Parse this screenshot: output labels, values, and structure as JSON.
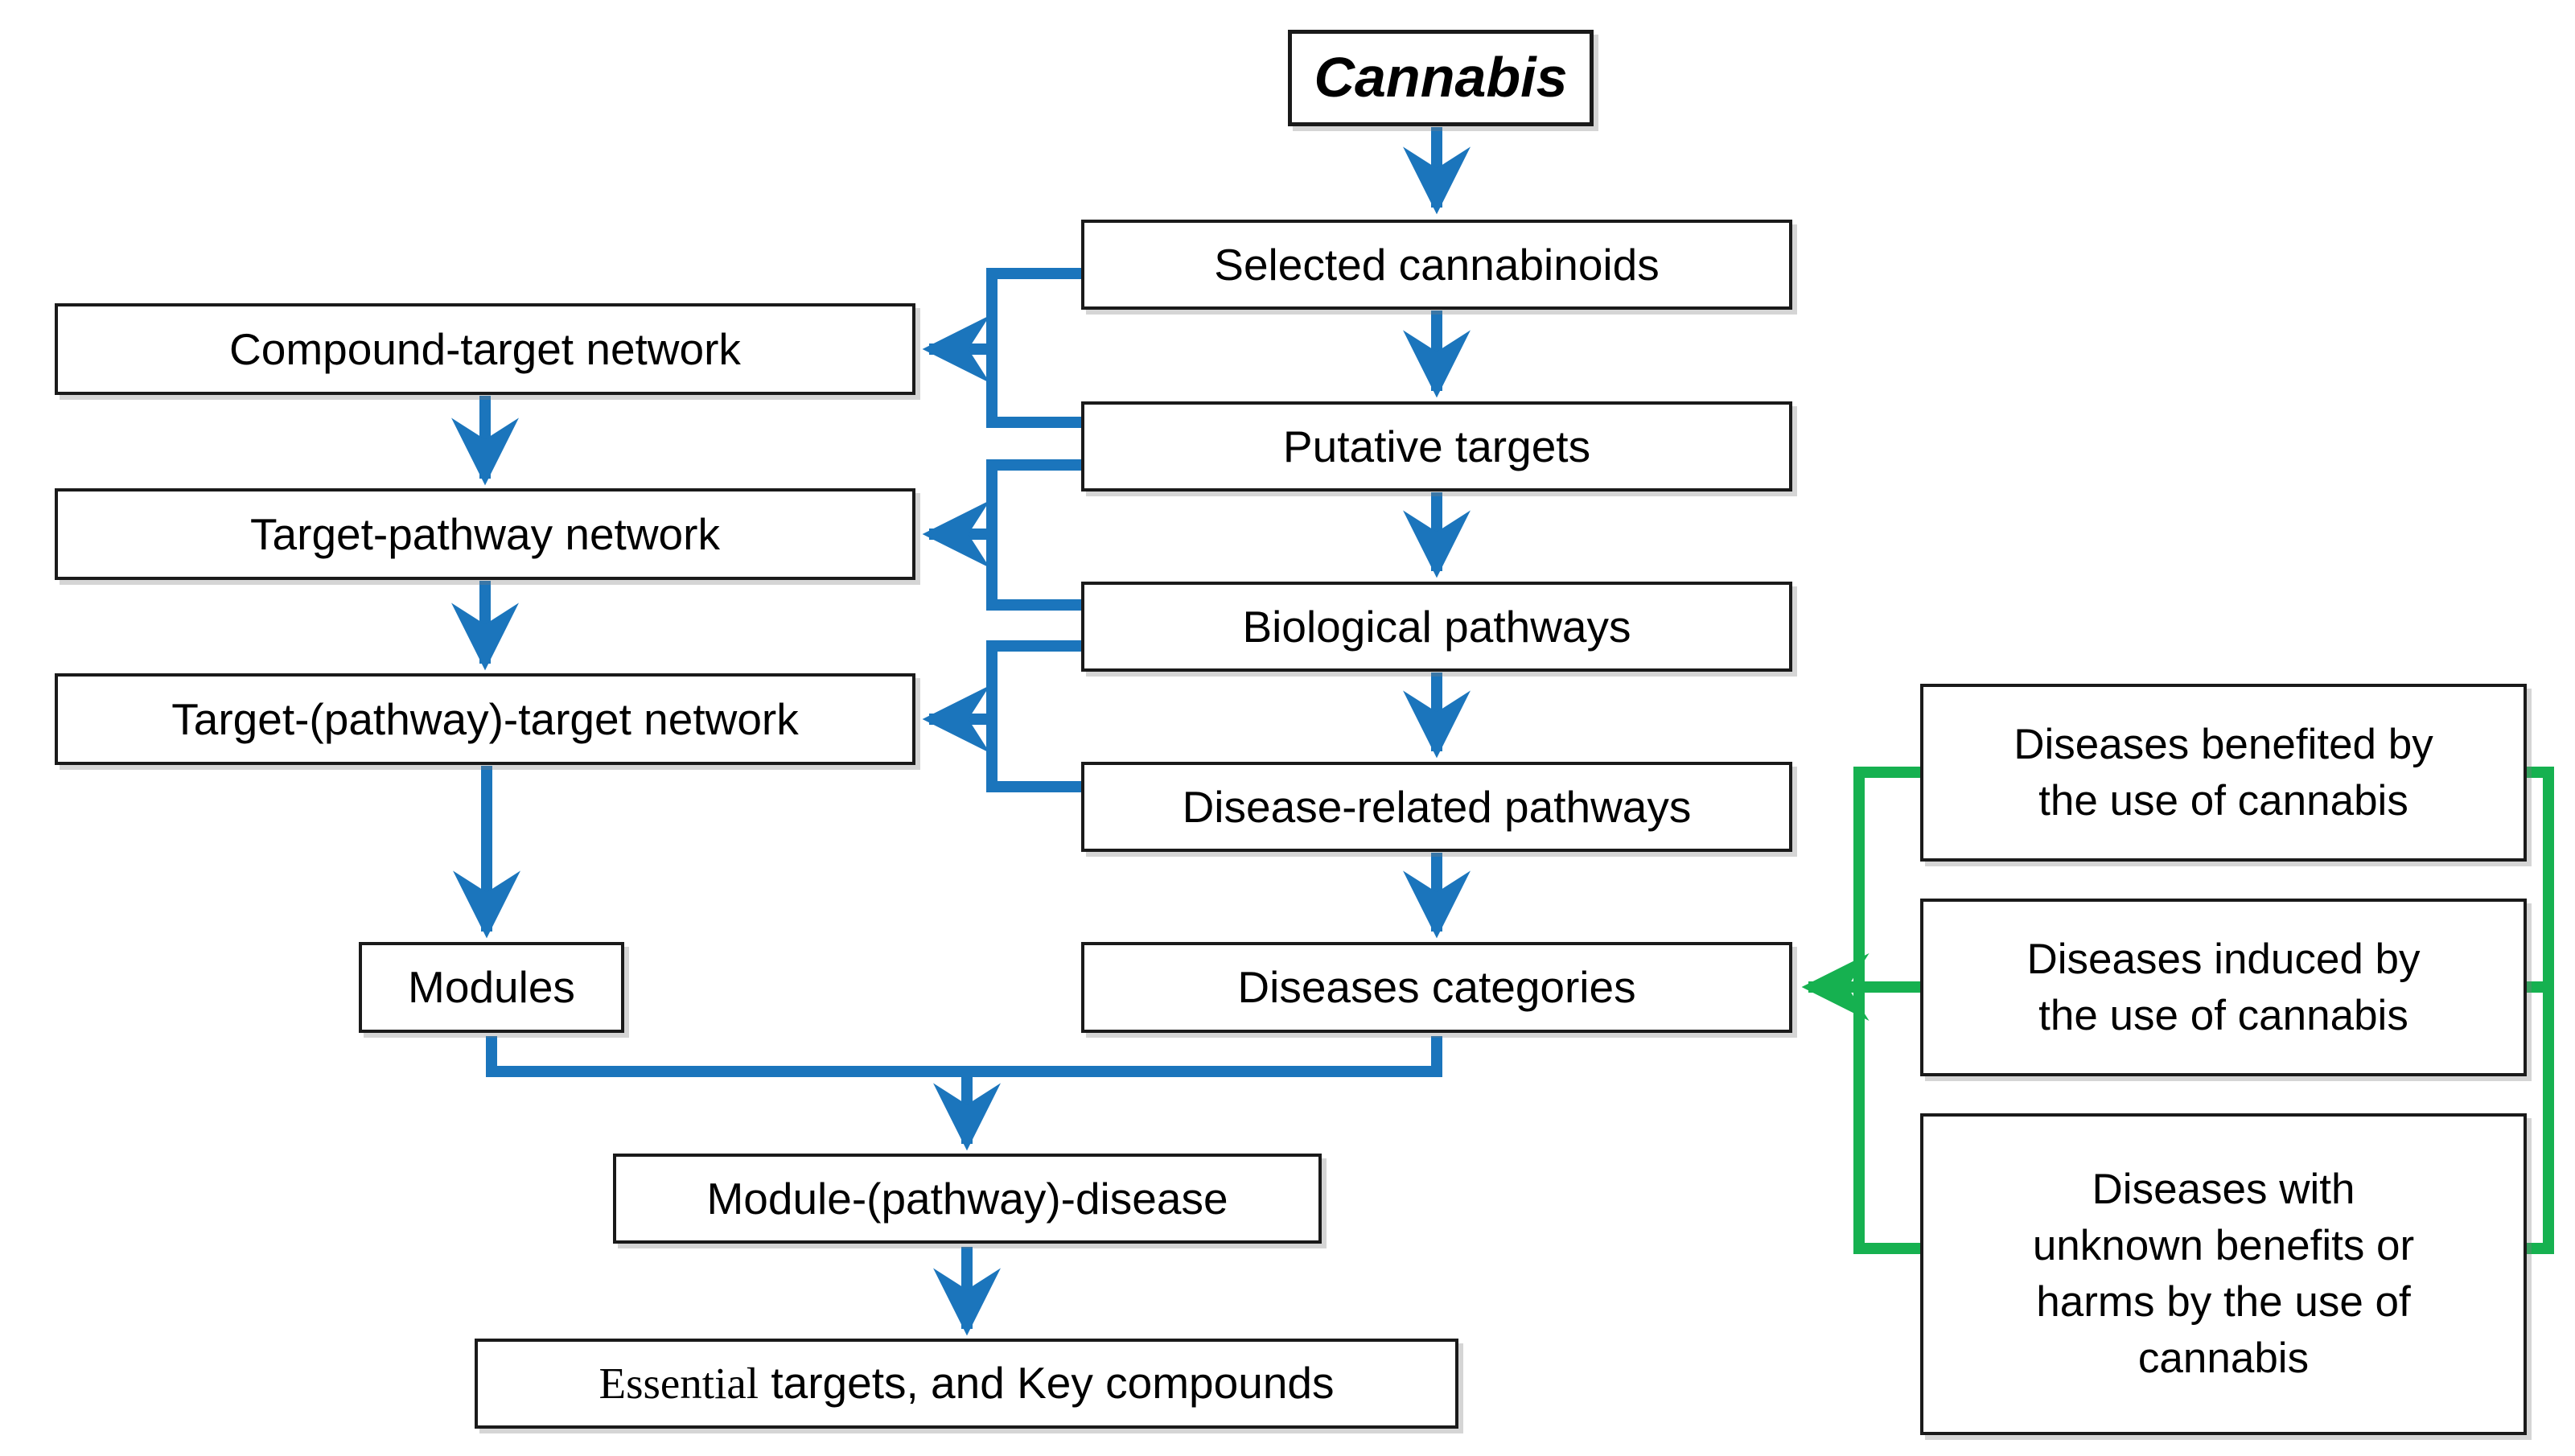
{
  "diagram": {
    "title": "Cannabis network-pharmacology workflow flowchart",
    "nodes": {
      "cannabis": "Cannabis",
      "selected_cannabinoids": "Selected cannabinoids",
      "putative_targets": "Putative targets",
      "biological_pathways": "Biological pathways",
      "disease_related_pathways": "Disease-related pathways",
      "diseases_categories": "Diseases categories",
      "compound_target_network": "Compound-target network",
      "target_pathway_network": "Target-pathway network",
      "target_pathway_target_network": "Target-(pathway)-target network",
      "modules": "Modules",
      "module_pathway_disease": "Module-(pathway)-disease",
      "essential_targets_serif": "Essential",
      "essential_targets_rest": " targets, and Key compounds",
      "diseases_benefited_lines": [
        "Diseases benefited by",
        "the use of cannabis"
      ],
      "diseases_induced_lines": [
        "Diseases induced by",
        "the use of cannabis"
      ],
      "diseases_unknown_lines": [
        "Diseases with",
        "unknown benefits or",
        "harms by the use of",
        "cannabis"
      ]
    },
    "connections": {
      "blue_flow": [
        "Cannabis -> Selected cannabinoids",
        "Selected cannabinoids -> Putative targets",
        "Putative targets -> Biological pathways",
        "Biological pathways -> Disease-related pathways",
        "Disease-related pathways -> Diseases categories",
        "Selected cannabinoids + Putative targets -> Compound-target network",
        "Putative targets + Biological pathways -> Target-pathway network",
        "Biological pathways + Disease-related pathways -> Target-(pathway)-target network",
        "Compound-target network -> Target-pathway network",
        "Target-pathway network -> Target-(pathway)-target network",
        "Target-(pathway)-target network -> Modules",
        "Modules + Diseases categories -> Module-(pathway)-disease",
        "Module-(pathway)-disease -> Essential targets, and Key compounds"
      ],
      "green_links": [
        "Diseases benefited by the use of cannabis -> Diseases categories",
        "Diseases induced by the use of cannabis -> Diseases categories",
        "Diseases with unknown benefits or harms by the use of cannabis -> Diseases categories"
      ]
    },
    "colors": {
      "flow_arrow": "#1B75BC",
      "disease_link": "#16B150",
      "box_border": "#1A1A1A",
      "box_background": "#FFFFFF",
      "text": "#000000"
    }
  }
}
